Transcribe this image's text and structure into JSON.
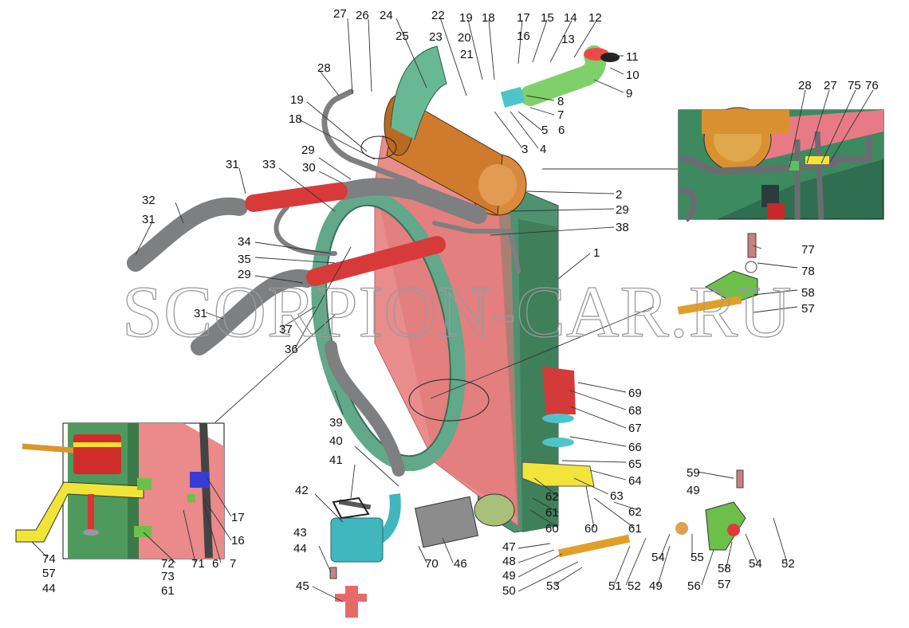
{
  "watermark": "SCORPION-CAR.RU",
  "colors": {
    "shroud": "#e88c8c",
    "radiator": "#4f9270",
    "air_filter": "#d98a3c",
    "hose_grey": "#7d7f80",
    "hose_red": "#d83a3a",
    "pipe_green": "#7fd06a",
    "pipe_cyan": "#4fc4c8",
    "bracket_yellow": "#e8dc2a",
    "bracket_green": "#6cc04a"
  },
  "callouts": [
    {
      "id": "c27a",
      "text": "27"
    },
    {
      "id": "c26",
      "text": "26"
    },
    {
      "id": "c24",
      "text": "24"
    },
    {
      "id": "c22",
      "text": "22"
    },
    {
      "id": "c19a",
      "text": "19"
    },
    {
      "id": "c18a",
      "text": "18"
    },
    {
      "id": "c17a",
      "text": "17"
    },
    {
      "id": "c15",
      "text": "15"
    },
    {
      "id": "c14",
      "text": "14"
    },
    {
      "id": "c12",
      "text": "12"
    },
    {
      "id": "c16a",
      "text": "16"
    },
    {
      "id": "c13",
      "text": "13"
    },
    {
      "id": "c11",
      "text": "11"
    },
    {
      "id": "c25",
      "text": "25"
    },
    {
      "id": "c23",
      "text": "23"
    },
    {
      "id": "c20",
      "text": "20"
    },
    {
      "id": "c21",
      "text": "21"
    },
    {
      "id": "c10",
      "text": "10"
    },
    {
      "id": "c9",
      "text": "9"
    },
    {
      "id": "c28a",
      "text": "28"
    },
    {
      "id": "c8",
      "text": "8"
    },
    {
      "id": "c7a",
      "text": "7"
    },
    {
      "id": "c5",
      "text": "5"
    },
    {
      "id": "c6a",
      "text": "6"
    },
    {
      "id": "c3",
      "text": "3"
    },
    {
      "id": "c4",
      "text": "4"
    },
    {
      "id": "c19b",
      "text": "19"
    },
    {
      "id": "c18b",
      "text": "18"
    },
    {
      "id": "c29a",
      "text": "29"
    },
    {
      "id": "c30",
      "text": "30"
    },
    {
      "id": "c31a",
      "text": "31"
    },
    {
      "id": "c33",
      "text": "33"
    },
    {
      "id": "c32",
      "text": "32"
    },
    {
      "id": "c31b",
      "text": "31"
    },
    {
      "id": "c2",
      "text": "2"
    },
    {
      "id": "c29b",
      "text": "29"
    },
    {
      "id": "c38",
      "text": "38"
    },
    {
      "id": "c34",
      "text": "34"
    },
    {
      "id": "c35",
      "text": "35"
    },
    {
      "id": "c1",
      "text": "1"
    },
    {
      "id": "c29c",
      "text": "29"
    },
    {
      "id": "c31c",
      "text": "31"
    },
    {
      "id": "c37",
      "text": "37"
    },
    {
      "id": "c36",
      "text": "36"
    },
    {
      "id": "c77",
      "text": "77"
    },
    {
      "id": "c78",
      "text": "78"
    },
    {
      "id": "c58a",
      "text": "58"
    },
    {
      "id": "c57a",
      "text": "57"
    },
    {
      "id": "c28b",
      "text": "28"
    },
    {
      "id": "c27b",
      "text": "27"
    },
    {
      "id": "c75",
      "text": "75"
    },
    {
      "id": "c76",
      "text": "76"
    },
    {
      "id": "c69",
      "text": "69"
    },
    {
      "id": "c68",
      "text": "68"
    },
    {
      "id": "c67",
      "text": "67"
    },
    {
      "id": "c39",
      "text": "39"
    },
    {
      "id": "c66",
      "text": "66"
    },
    {
      "id": "c65",
      "text": "65"
    },
    {
      "id": "c40",
      "text": "40"
    },
    {
      "id": "c41",
      "text": "41"
    },
    {
      "id": "c64",
      "text": "64"
    },
    {
      "id": "c63",
      "text": "63"
    },
    {
      "id": "c62a",
      "text": "62"
    },
    {
      "id": "c62b",
      "text": "62"
    },
    {
      "id": "c61a",
      "text": "61"
    },
    {
      "id": "c60a",
      "text": "60"
    },
    {
      "id": "c60b",
      "text": "60"
    },
    {
      "id": "c61b",
      "text": "61"
    },
    {
      "id": "c42",
      "text": "42"
    },
    {
      "id": "c59",
      "text": "59"
    },
    {
      "id": "c49a",
      "text": "49"
    },
    {
      "id": "c43",
      "text": "43"
    },
    {
      "id": "c44a",
      "text": "44"
    },
    {
      "id": "c70",
      "text": "70"
    },
    {
      "id": "c46",
      "text": "46"
    },
    {
      "id": "c47",
      "text": "47"
    },
    {
      "id": "c48",
      "text": "48"
    },
    {
      "id": "c49b",
      "text": "49"
    },
    {
      "id": "c50",
      "text": "50"
    },
    {
      "id": "c53",
      "text": "53"
    },
    {
      "id": "c51",
      "text": "51"
    },
    {
      "id": "c52a",
      "text": "52"
    },
    {
      "id": "c54a",
      "text": "54"
    },
    {
      "id": "c55",
      "text": "55"
    },
    {
      "id": "c49c",
      "text": "49"
    },
    {
      "id": "c56",
      "text": "56"
    },
    {
      "id": "c58b",
      "text": "58"
    },
    {
      "id": "c57b",
      "text": "57"
    },
    {
      "id": "c54b",
      "text": "54"
    },
    {
      "id": "c52b",
      "text": "52"
    },
    {
      "id": "c45",
      "text": "45"
    },
    {
      "id": "c17b",
      "text": "17"
    },
    {
      "id": "c16b",
      "text": "16"
    },
    {
      "id": "c74",
      "text": "74"
    },
    {
      "id": "c57c",
      "text": "57"
    },
    {
      "id": "c44b",
      "text": "44"
    },
    {
      "id": "c72",
      "text": "72"
    },
    {
      "id": "c73",
      "text": "73"
    },
    {
      "id": "c61c",
      "text": "61"
    },
    {
      "id": "c71",
      "text": "71"
    },
    {
      "id": "c6b",
      "text": "6"
    },
    {
      "id": "c7b",
      "text": "7"
    }
  ]
}
